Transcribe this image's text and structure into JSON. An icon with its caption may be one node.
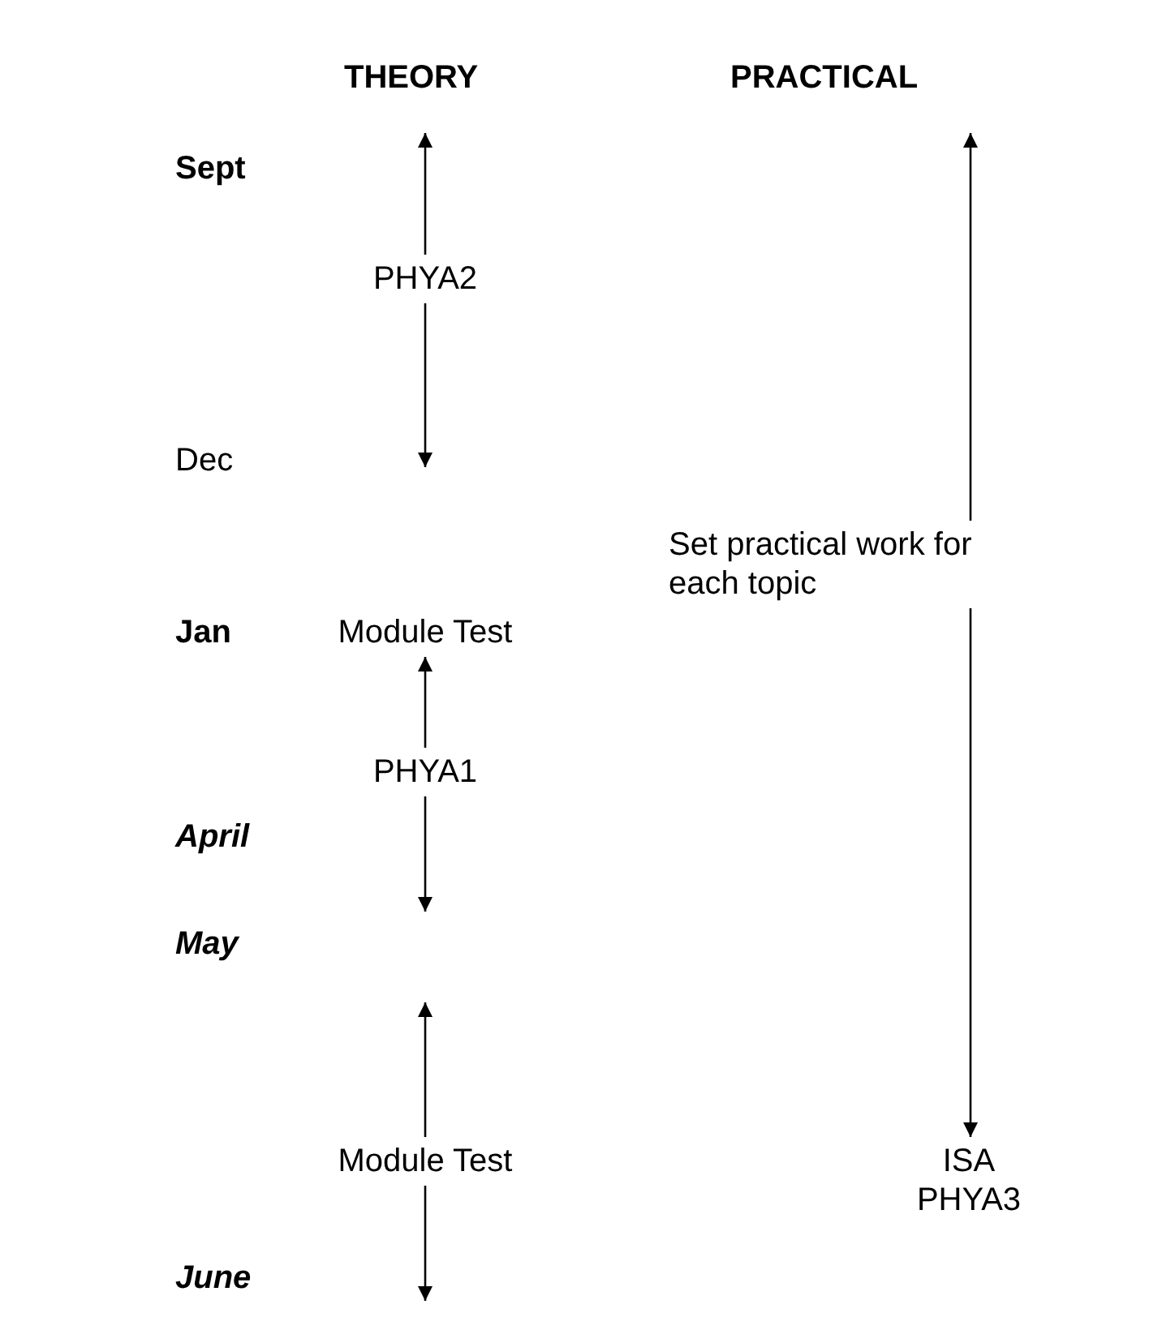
{
  "diagram": {
    "nodes": [
      {
        "text": [
          "PHYA2"
        ]
      },
      {
        "text": [
          "Set practical work for each topic"
        ]
      },
      {
        "text": [
          "Module Test"
        ]
      },
      {
        "text": [
          "PHYA1"
        ]
      },
      {
        "text": [
          "Module Test"
        ]
      },
      {
        "text": [
          "ISA PHYA3"
        ]
      }
    ],
    "edges": [
      {
        "from": 0,
        "to": null,
        "arrow": "to"
      },
      {
        "from": 0,
        "to": null,
        "arrow": "to"
      },
      {
        "from": 1,
        "to": null,
        "arrow": "to"
      },
      {
        "from": 1,
        "to": 5,
        "arrow": "to"
      },
      {
        "from": 3,
        "to": 2,
        "arrow": "to"
      },
      {
        "from": 3,
        "to": null,
        "arrow": "to"
      },
      {
        "from": 4,
        "to": null,
        "arrow": "to"
      },
      {
        "from": 4,
        "to": null,
        "arrow": "to"
      }
    ],
    "labels": [
      "THEORY",
      "PRACTICAL",
      "Sept",
      "Dec",
      "Jan",
      "April",
      "May",
      "June"
    ]
  }
}
